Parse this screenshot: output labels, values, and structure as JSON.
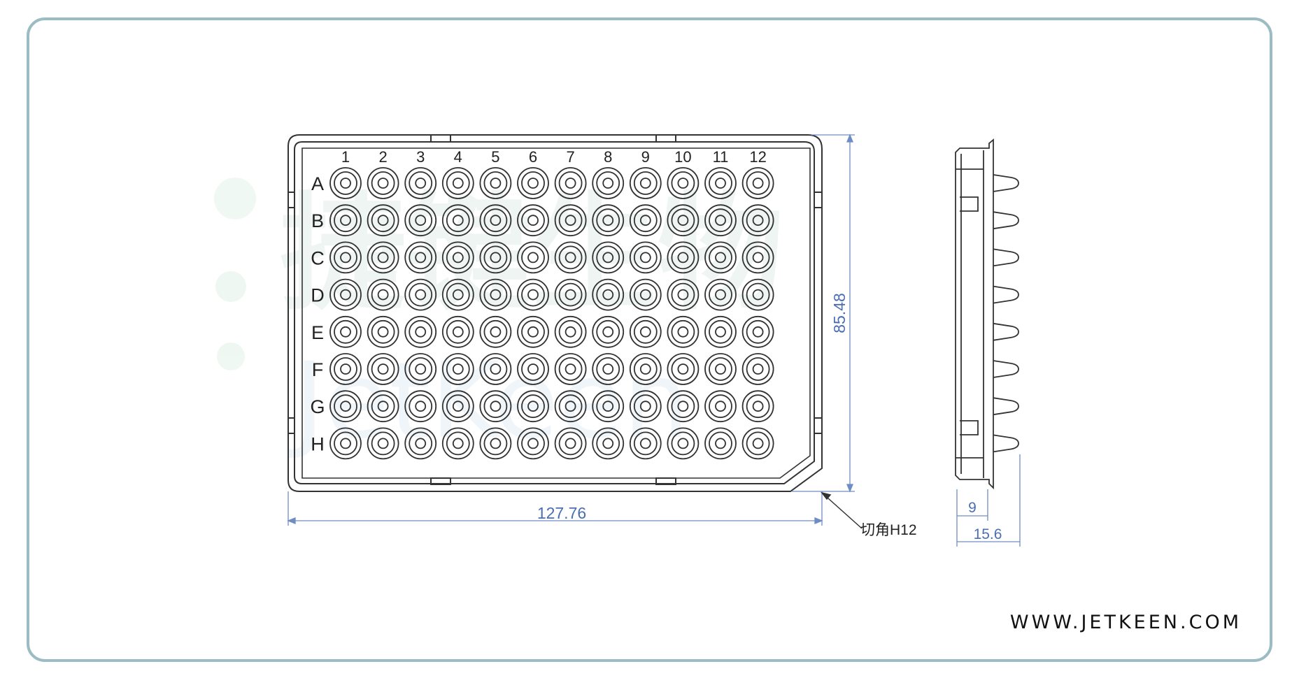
{
  "plate": {
    "columns": [
      "1",
      "2",
      "3",
      "4",
      "5",
      "6",
      "7",
      "8",
      "9",
      "10",
      "11",
      "12"
    ],
    "rows": [
      "A",
      "B",
      "C",
      "D",
      "E",
      "F",
      "G",
      "H"
    ]
  },
  "dimensions": {
    "width": "127.76",
    "height": "85.48",
    "side_flange": "9",
    "side_total": "15.6",
    "corner_note": "切角H12"
  },
  "watermark": {
    "cn": "捷键生物",
    "en": "JetKeen"
  },
  "footer": {
    "website": "WWW.JETKEEN.COM"
  },
  "colors": {
    "frame": "#9bbcc3",
    "dimension": "#4a6fb0",
    "outline": "#333333"
  }
}
